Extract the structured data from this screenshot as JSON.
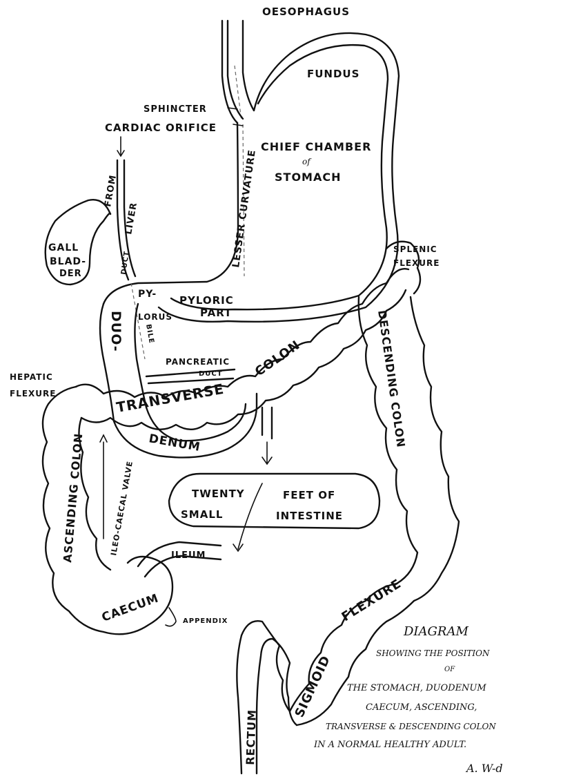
{
  "labels": {
    "oesophagus": "OESOPHAGUS",
    "fundus": "FUNDUS",
    "sphincter": "SPHINCTER",
    "cardiac_orifice": "CARDIAC ORIFICE",
    "chief_chamber_1": "CHIEF CHAMBER",
    "chief_chamber_2": "of",
    "chief_chamber_3": "STOMACH",
    "lesser_curvature": "LESSER CURVATURE",
    "from": "FROM",
    "liver": "LIVER",
    "duct": "DUCT",
    "gall_1": "GALL",
    "gall_2": "BLAD-",
    "gall_3": "DER",
    "py": "PY-",
    "lorus": "LORUS",
    "pyloric_1": "PYLORIC",
    "pyloric_2": "PART",
    "duo": "DUO-",
    "bile": "BILE",
    "pancreatic_1": "PANCREATIC",
    "pancreatic_2": "DUCT",
    "denum": "DENUM",
    "splenic_1": "SPLENIC",
    "splenic_2": "FLEXURE",
    "hepatic_1": "HEPATIC",
    "hepatic_2": "FLEXURE",
    "transverse": "TRANSVERSE",
    "colon_transverse": "COLON",
    "descending_colon": "DESCENDING COLON",
    "ascending_colon": "ASCENDING COLON",
    "ileo_caecal_valve": "ILEO-CAECAL VALVE",
    "twenty_1": "TWENTY",
    "twenty_2": "FEET OF",
    "twenty_3": "SMALL",
    "twenty_4": "INTESTINE",
    "ileum": "ILEUM",
    "caecum": "CAECUM",
    "appendix": "APPENDIX",
    "flexure": "FLEXURE",
    "sigmoid": "SIGMOID",
    "rectum": "RECTUM"
  },
  "caption": {
    "title": "DIAGRAM",
    "line1": "SHOWING THE POSITION",
    "line2": "OF",
    "line3": "THE STOMACH, DUODENUM",
    "line4": "CAECUM, ASCENDING,",
    "line5": "TRANSVERSE & DESCENDING COLON",
    "line6": "IN A NORMAL HEALTHY ADULT.",
    "signature": "A. W-d"
  },
  "colors": {
    "ink": "#111111",
    "paper": "#ffffff"
  }
}
